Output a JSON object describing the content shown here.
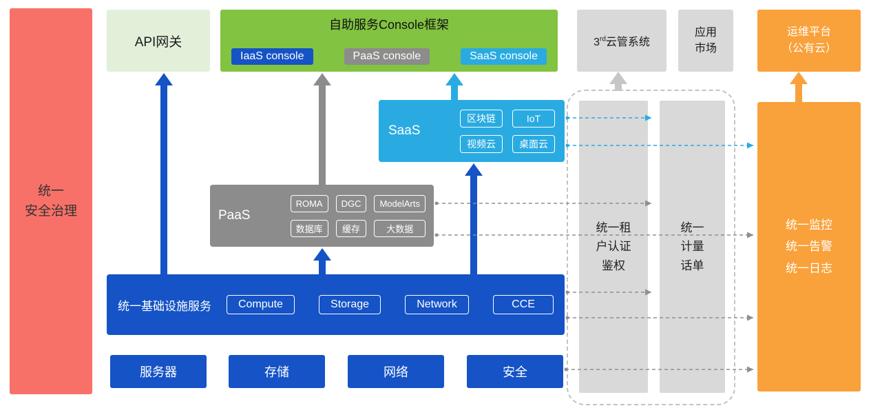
{
  "colors": {
    "blue": "#1553C6",
    "green": "#82C341",
    "light_green": "#E2F0D9",
    "cyan": "#29ABE2",
    "gray": "#8C8C8C",
    "light_gray": "#D9D9D9",
    "orange": "#F9A13A",
    "red": "#F87168"
  },
  "security_bar": {
    "label": "统一\n安全治理"
  },
  "api_gateway": {
    "label": "API网关"
  },
  "console_framework": {
    "title": "自助服务Console框架",
    "consoles": [
      {
        "label": "IaaS console"
      },
      {
        "label": "PaaS console"
      },
      {
        "label": "SaaS console"
      }
    ]
  },
  "third_party_cloud": {
    "prefix": "3",
    "sup": "rd",
    "suffix": "云管系统"
  },
  "app_market": {
    "label": "应用\n市场"
  },
  "ops_platform": {
    "label": "运维平台\n（公有云）"
  },
  "saas": {
    "label": "SaaS",
    "chips": [
      "区块链",
      "IoT",
      "视频云",
      "桌面云"
    ]
  },
  "paas": {
    "label": "PaaS",
    "chips": [
      "ROMA",
      "DGC",
      "ModelArts",
      "数据库",
      "缓存",
      "大数据"
    ]
  },
  "infrastructure": {
    "label": "统一基础设施服务",
    "chips": [
      "Compute",
      "Storage",
      "Network",
      "CCE"
    ]
  },
  "hardware": {
    "items": [
      "服务器",
      "存储",
      "网络",
      "安全"
    ]
  },
  "auth_bar": {
    "label": "统一租\n户认证\n鉴权"
  },
  "billing_bar": {
    "label": "统一\n计量\n话单"
  },
  "monitor_bar": {
    "label": "统一监控\n统一告警\n统一日志"
  }
}
